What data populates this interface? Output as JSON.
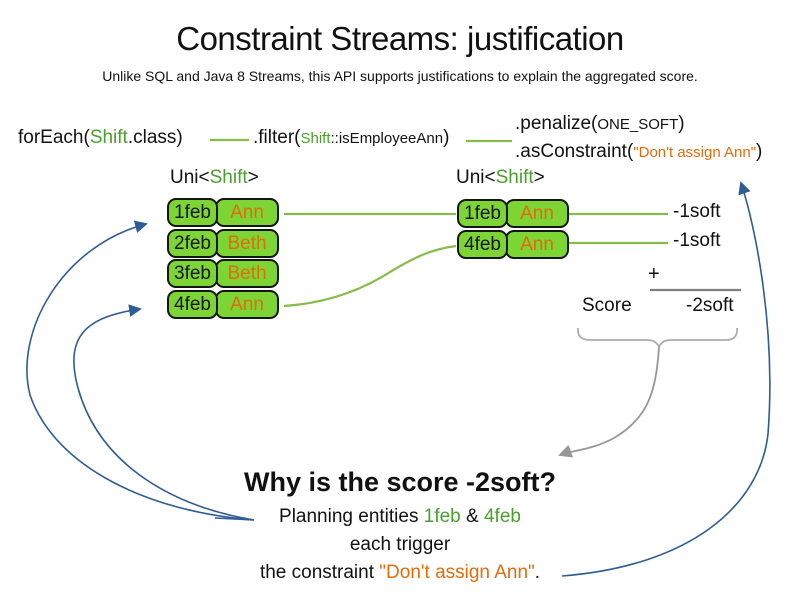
{
  "title": "Constraint Streams: justification",
  "subtitle": "Unlike SQL and Java 8 Streams, this API supports justifications to explain the aggregated score.",
  "code": {
    "foreach": {
      "pre": "forEach(",
      "green": "Shift",
      "post": ".class)"
    },
    "filter": {
      "pre": ".filter(",
      "green": "Shift",
      "rest": "::isEmployeeAnn",
      "post": ")"
    },
    "penalize": {
      "pre": ".penalize(",
      "arg": "ONE_SOFT",
      "post": ")"
    },
    "as_constraint": {
      "pre": ".asConstraint(",
      "arg": "\"Don't assign Ann\"",
      "post": ")"
    }
  },
  "uni_label": {
    "pre": "Uni<",
    "green": "Shift",
    "post": ">"
  },
  "left_stream": {
    "rows": [
      {
        "date": "1feb",
        "employee": "Ann"
      },
      {
        "date": "2feb",
        "employee": "Beth"
      },
      {
        "date": "3feb",
        "employee": "Beth"
      },
      {
        "date": "4feb",
        "employee": "Ann"
      }
    ]
  },
  "right_stream": {
    "rows": [
      {
        "date": "1feb",
        "employee": "Ann"
      },
      {
        "date": "4feb",
        "employee": "Ann"
      }
    ]
  },
  "scores": {
    "matches": [
      "-1soft",
      "-1soft"
    ],
    "plus": "+",
    "label": "Score",
    "total": "-2soft"
  },
  "why": {
    "heading": "Why is the score -2soft?",
    "line1": {
      "pre": "Planning entities ",
      "entity1": "1feb",
      "amp": " & ",
      "entity2": "4feb"
    },
    "line2": "each trigger",
    "line3": {
      "pre": "the constraint ",
      "quote": "\"Don't assign Ann\"",
      "post": "."
    }
  },
  "colors": {
    "green_text": "#4aa02c",
    "green_line": "#86bb4a",
    "cell_background": "#7dd435",
    "orange_text": "#e36c0a",
    "blue_arrow": "#2e5c94",
    "gray_line": "#8c8c8c"
  }
}
